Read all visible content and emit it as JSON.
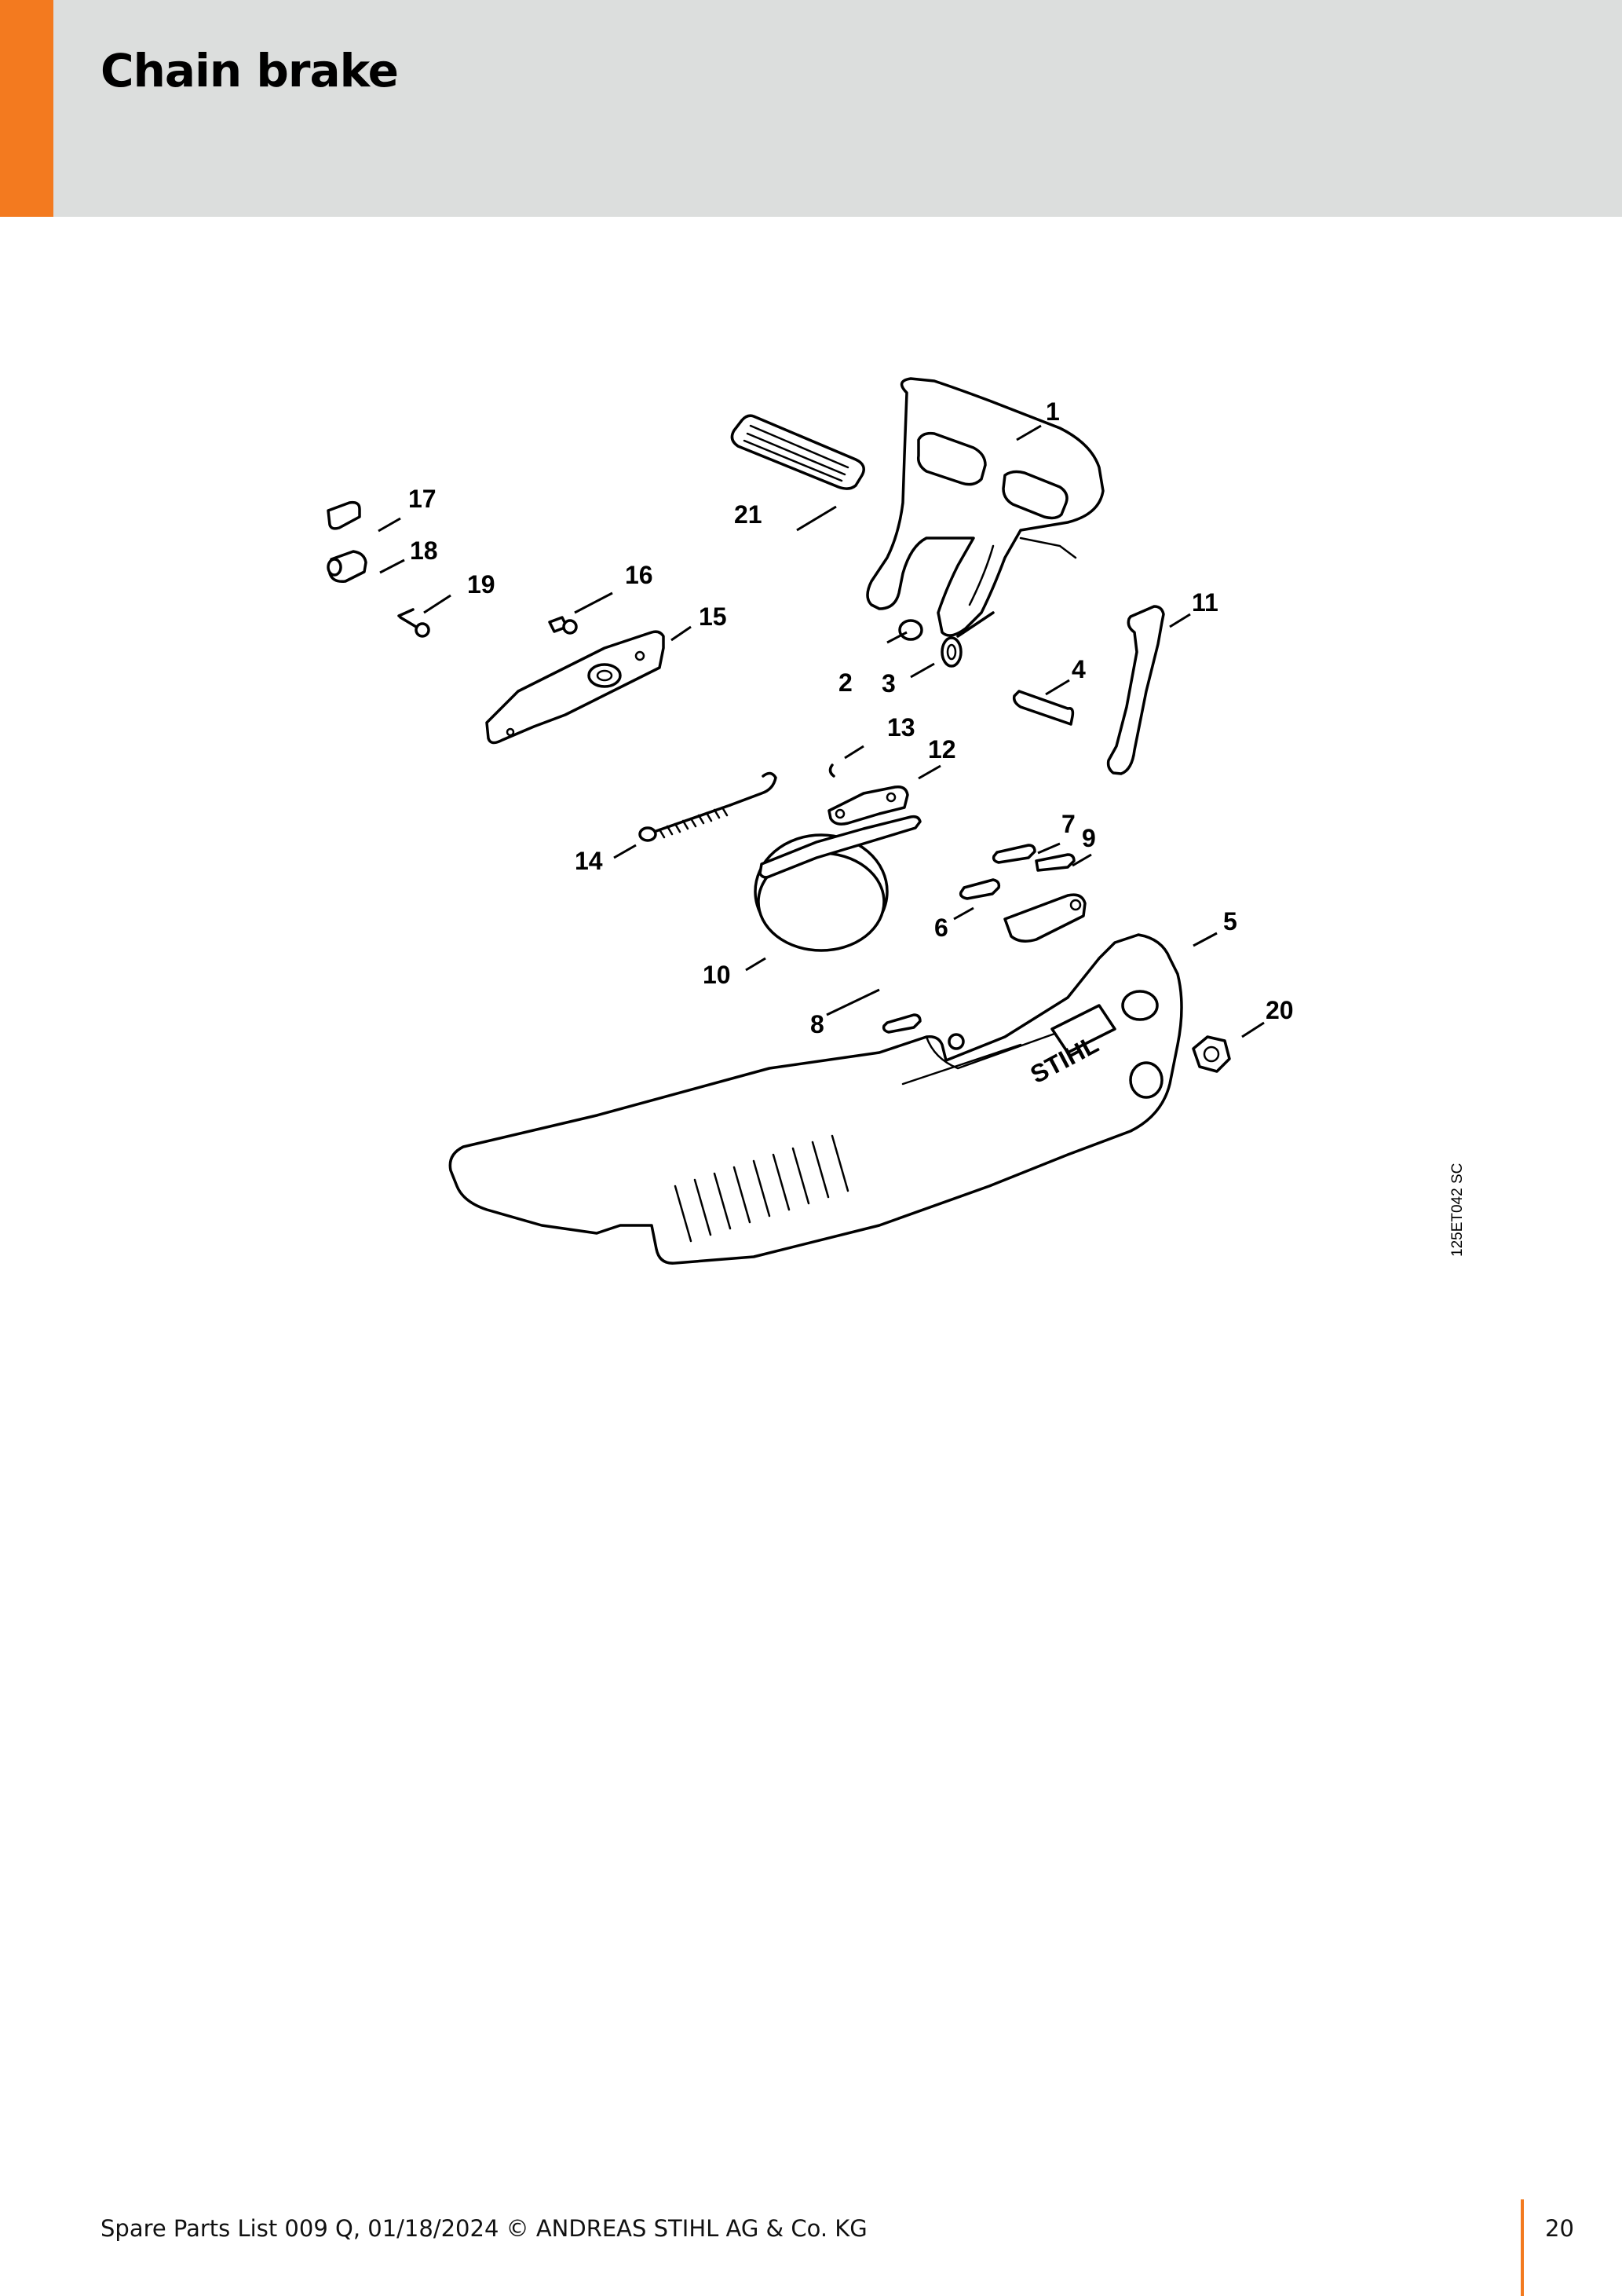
{
  "header": {
    "title": "Chain brake",
    "accent_color": "#f37a1f",
    "band_color": "#dcdedd"
  },
  "diagram": {
    "brand_mark": "STIHL",
    "callouts": [
      "1",
      "2",
      "3",
      "4",
      "5",
      "6",
      "7",
      "8",
      "9",
      "10",
      "11",
      "12",
      "13",
      "14",
      "15",
      "16",
      "17",
      "18",
      "19",
      "20",
      "21"
    ],
    "figure_code": "125ET042 SC"
  },
  "footer": {
    "text": "Spare Parts List 009 Q, 01/18/2024 © ANDREAS STIHL AG & Co. KG",
    "page_number": "20"
  }
}
